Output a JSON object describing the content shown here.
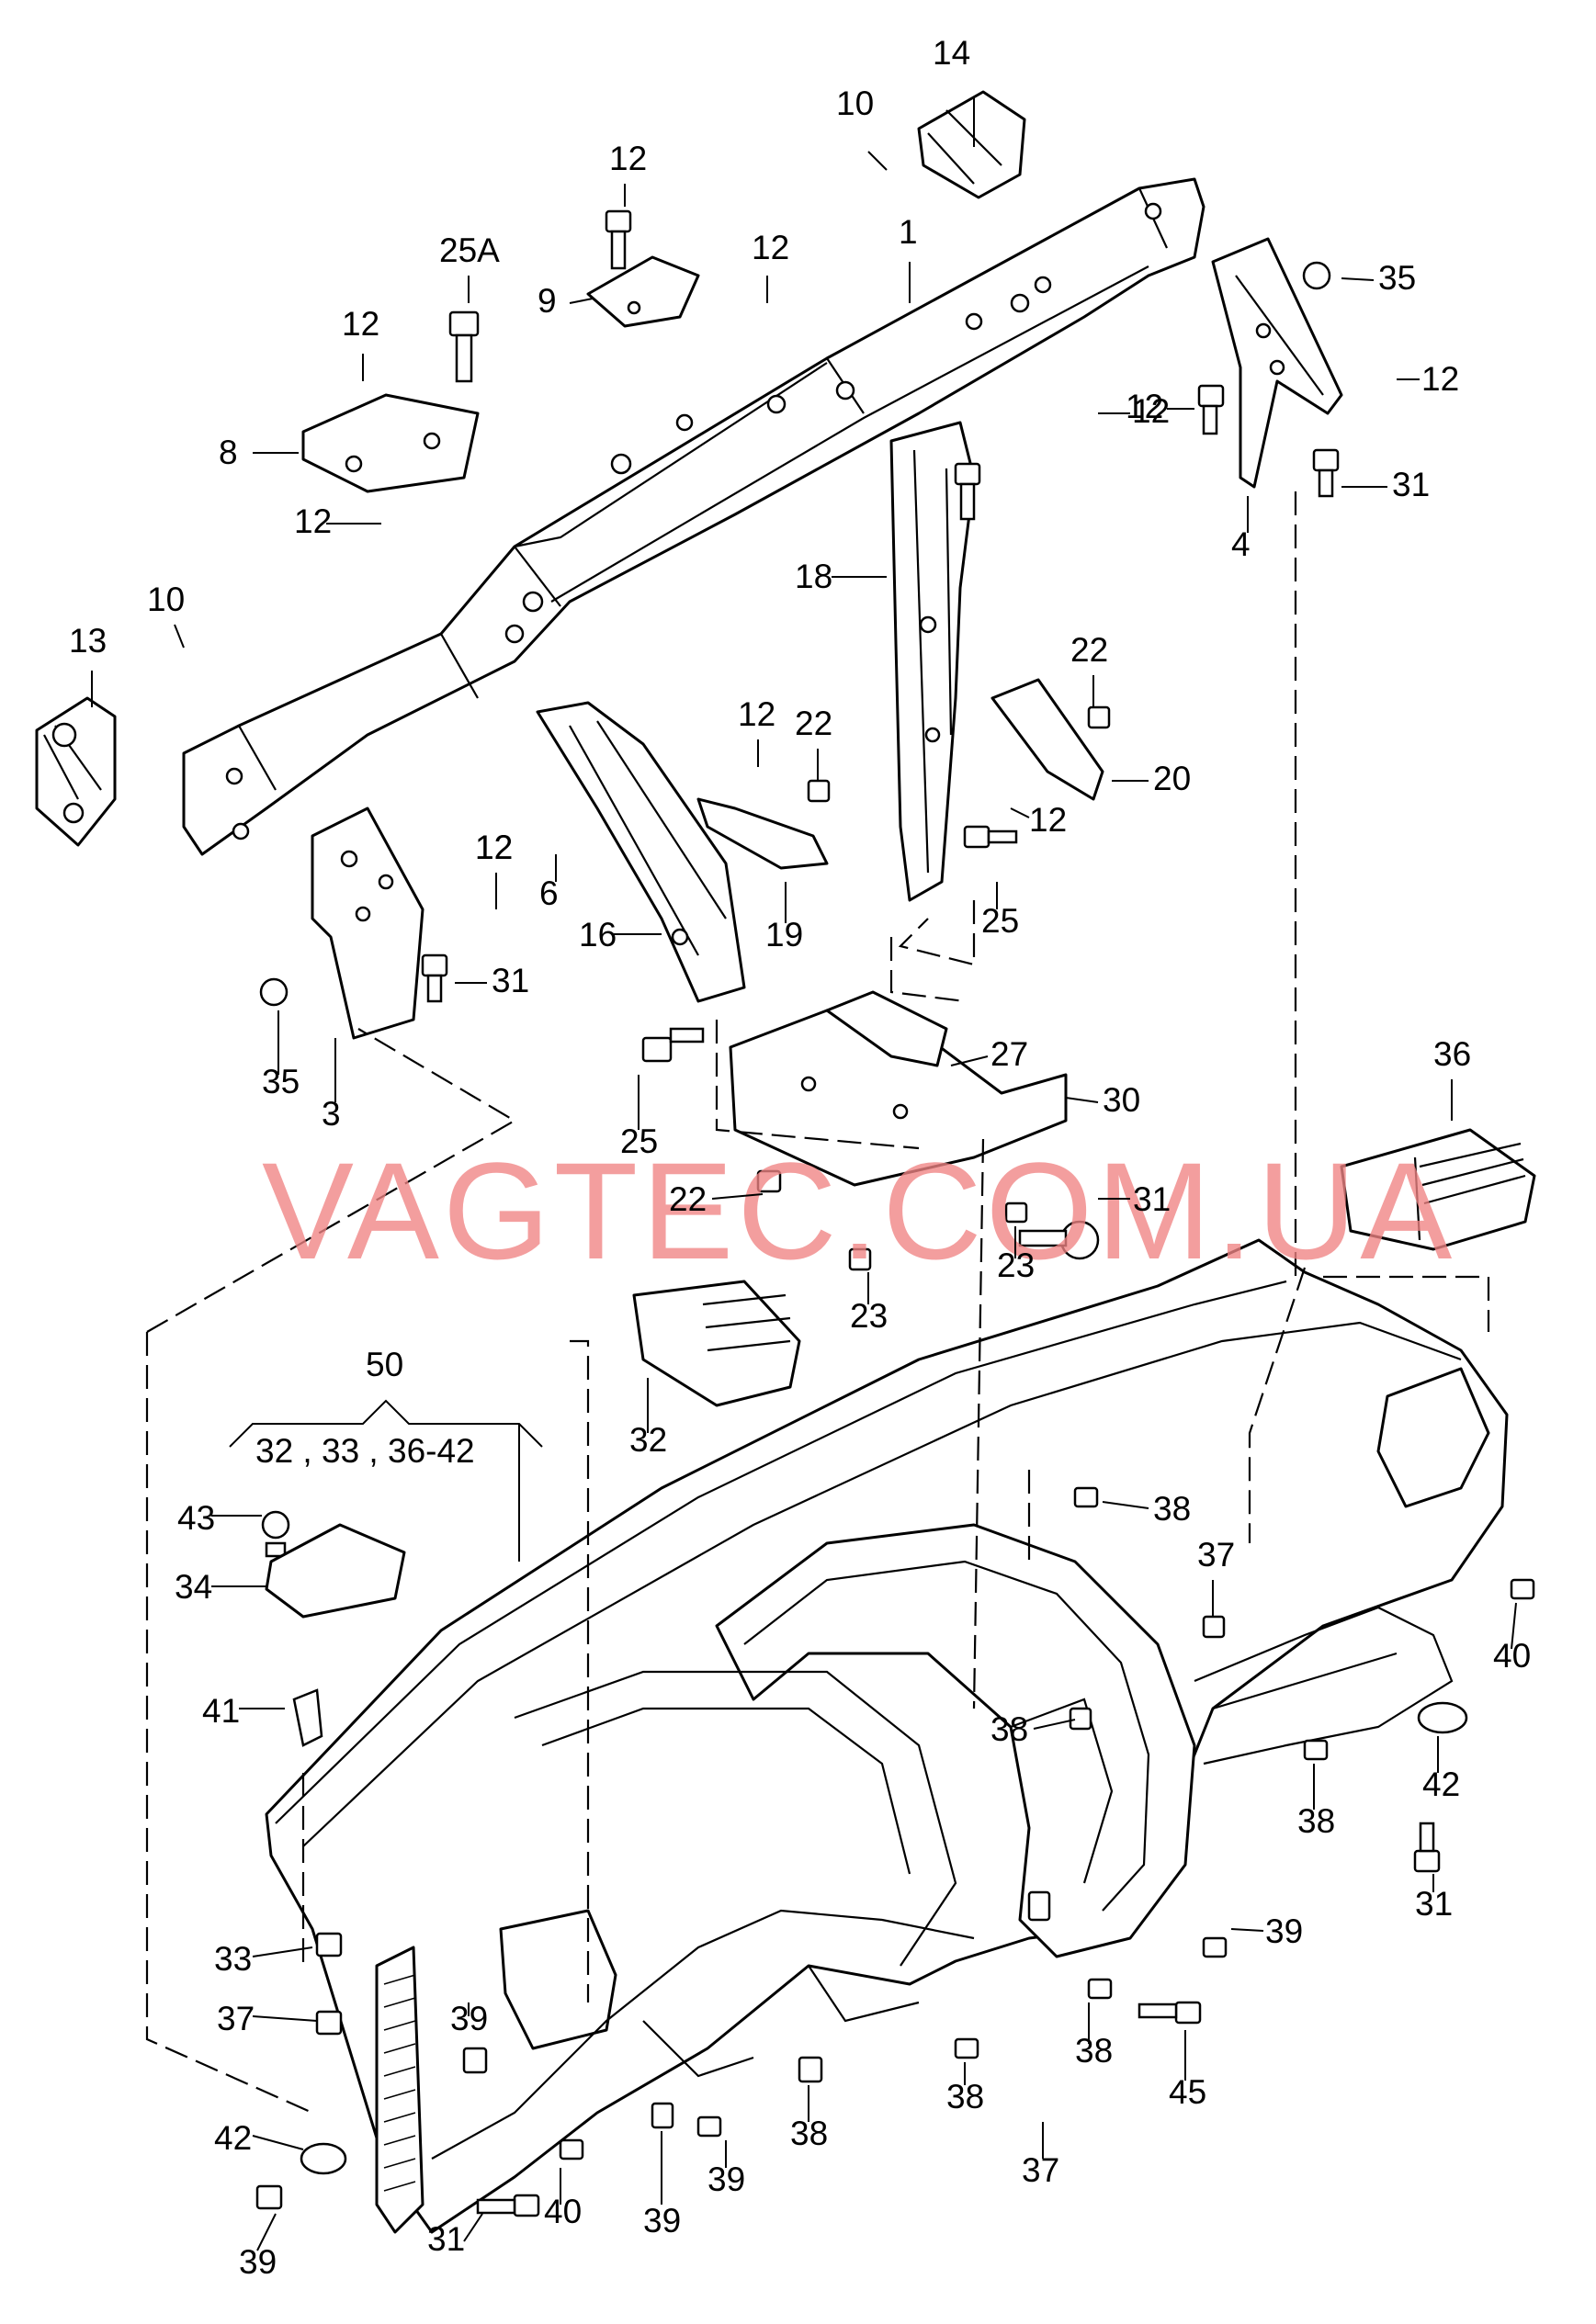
{
  "watermark": "VAGTEC.COM.UA",
  "colors": {
    "watermark": "#f08484",
    "line": "#000000",
    "background": "#ffffff"
  },
  "group_label": {
    "number": "50",
    "contents": "32 , 33 , 36-42"
  },
  "labels": [
    "14",
    "10",
    "1",
    "12",
    "12",
    "25A",
    "9",
    "12",
    "35",
    "12",
    "8",
    "12",
    "12",
    "31",
    "4",
    "12",
    "18",
    "10",
    "13",
    "22",
    "12",
    "22",
    "20",
    "12",
    "6",
    "12",
    "12",
    "25",
    "16",
    "19",
    "31",
    "35",
    "3",
    "25",
    "27",
    "30",
    "36",
    "22",
    "31",
    "23",
    "23",
    "32",
    "38",
    "43",
    "34",
    "37",
    "40",
    "41",
    "38",
    "42",
    "38",
    "31",
    "33",
    "39",
    "37",
    "39",
    "45",
    "42",
    "38",
    "38",
    "38",
    "37",
    "39",
    "31",
    "40",
    "39",
    "39"
  ]
}
